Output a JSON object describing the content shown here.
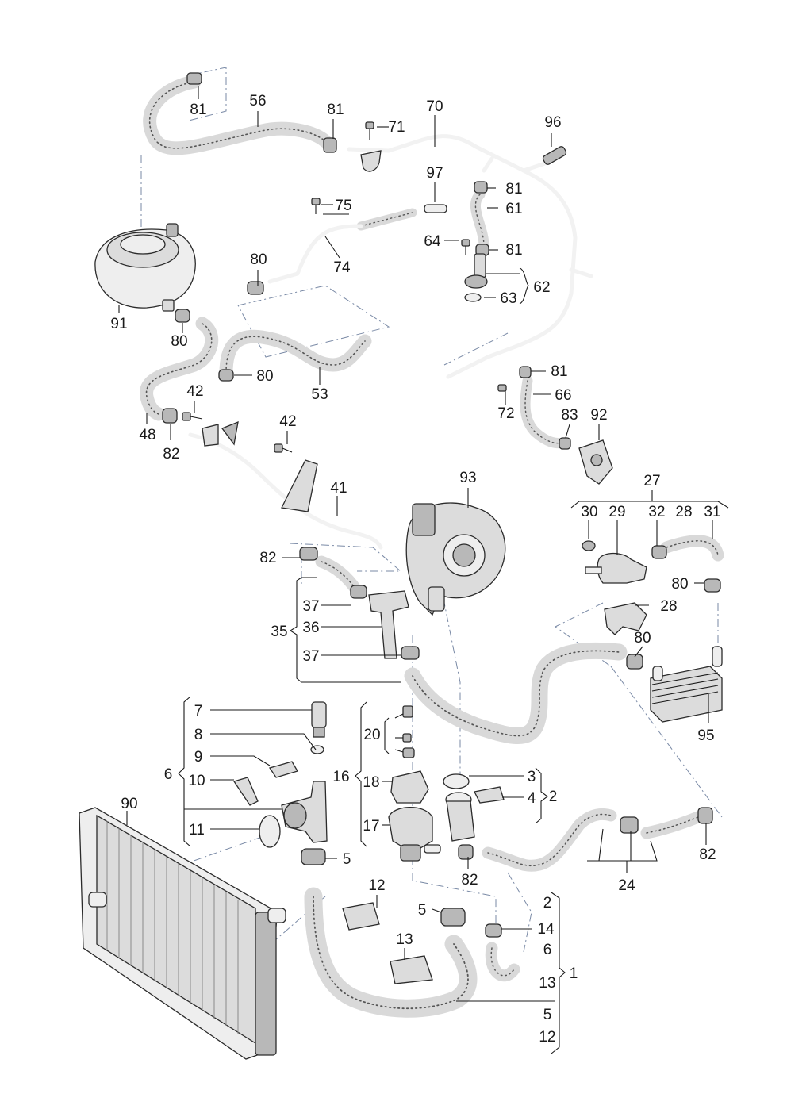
{
  "diagram": {
    "labels": {
      "l81_a": "81",
      "l56": "56",
      "l81_b": "81",
      "l71": "71",
      "l70": "70",
      "l96": "96",
      "l97": "97",
      "l81_c": "81",
      "l61": "61",
      "l75": "75",
      "l64": "64",
      "l81_d": "81",
      "l80_a": "80",
      "l74": "74",
      "l62": "62",
      "l63": "63",
      "l91": "91",
      "l80_b": "80",
      "l80_c": "80",
      "l53": "53",
      "l81_e": "81",
      "l66": "66",
      "l42_a": "42",
      "l72": "72",
      "l83": "83",
      "l92": "92",
      "l48": "48",
      "l82_a": "82",
      "l42_b": "42",
      "l93": "93",
      "l27": "27",
      "l41": "41",
      "l30": "30",
      "l29": "29",
      "l32": "32",
      "l28_a": "28",
      "l31": "31",
      "l82_b": "82",
      "l80_d": "80",
      "l37_a": "37",
      "l28_b": "28",
      "l36": "36",
      "l35": "35",
      "l80_e": "80",
      "l37_b": "37",
      "l7": "7",
      "l8": "8",
      "l9": "9",
      "l6_a": "6",
      "l10": "10",
      "l11": "11",
      "l5_a": "5",
      "l20": "20",
      "l16": "16",
      "l18": "18",
      "l17": "17",
      "l3": "3",
      "l4": "4",
      "l2_a": "2",
      "l95": "95",
      "l90": "90",
      "l82_c": "82",
      "l24": "24",
      "l82_d": "82",
      "l12_a": "12",
      "l5_b": "5",
      "l14": "14",
      "l2_b": "2",
      "l6_b": "6",
      "l13_a": "13",
      "l13_b": "13",
      "l1": "1",
      "l5_c": "5",
      "l12_b": "12"
    }
  }
}
